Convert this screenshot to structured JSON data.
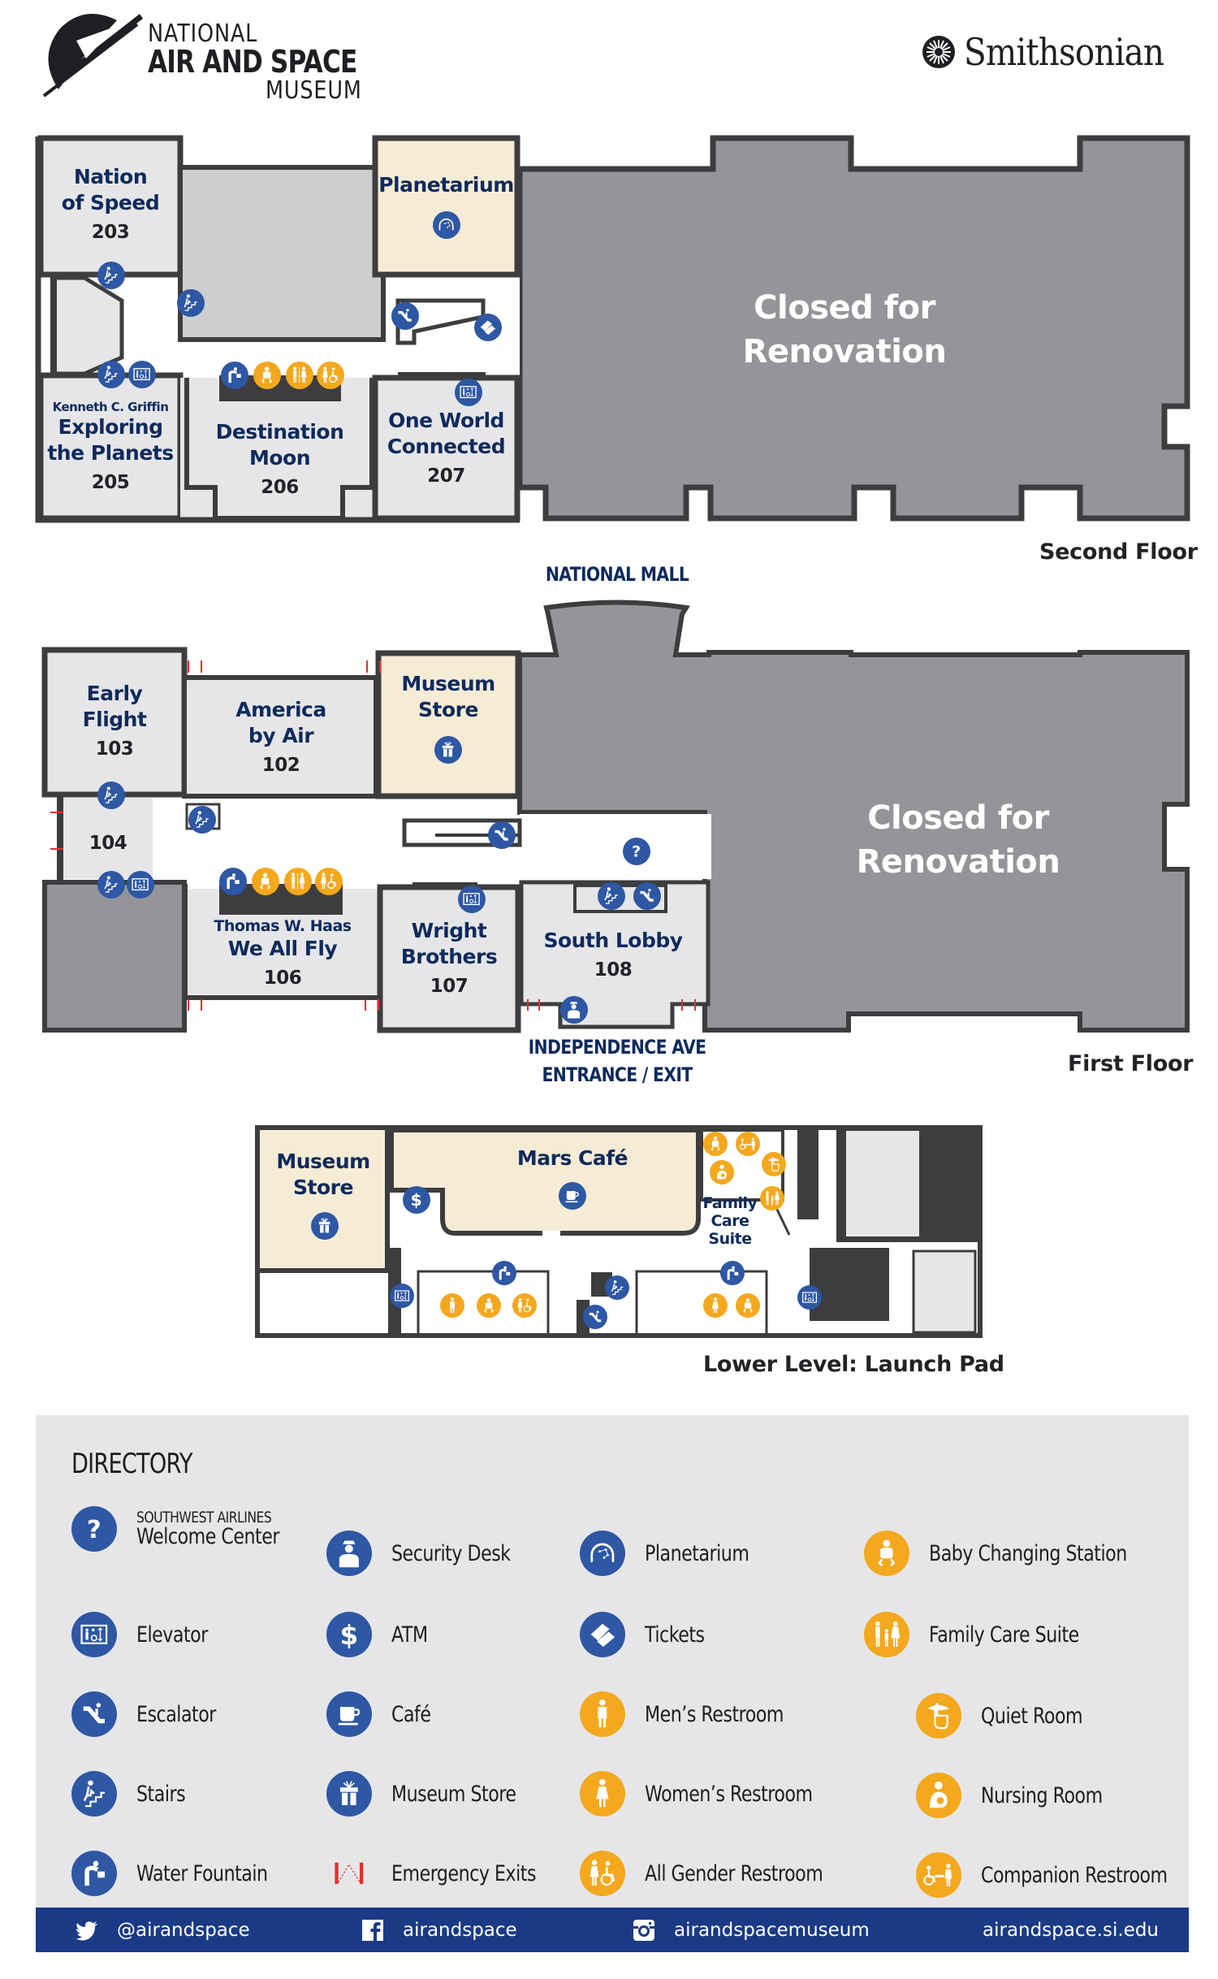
{
  "header": {
    "logo_line1": "NATIONAL",
    "logo_line2": "AIR AND SPACE",
    "logo_line3": "MUSEUM",
    "partner": "Smithsonian"
  },
  "colors": {
    "icon_blue": "#2e57a4",
    "icon_orange": "#f4a81d",
    "room_gray": "#e6e6e8",
    "closed_gray": "#939598",
    "wall": "#3d3d3f",
    "highlight_beige": "#f6ecd5",
    "label_navy": "#0f2a5c",
    "footer_blue": "#1a3a86",
    "exit_red": "#e0312c"
  },
  "second_floor": {
    "label": "Second Floor",
    "closed_text_1": "Closed for",
    "closed_text_2": "Renovation",
    "rooms": [
      {
        "name_1": "Nation",
        "name_2": "of Speed",
        "number": "203"
      },
      {
        "name_1": "Planetarium"
      },
      {
        "prefix": "Kenneth C. Griffin",
        "name_1": "Exploring",
        "name_2": "the Planets",
        "number": "205"
      },
      {
        "name_1": "Destination",
        "name_2": "Moon",
        "number": "206"
      },
      {
        "name_1": "One World",
        "name_2": "Connected",
        "number": "207"
      }
    ]
  },
  "landmarks": {
    "north": "NATIONAL MALL",
    "south_1": "INDEPENDENCE AVE",
    "south_2": "ENTRANCE / EXIT"
  },
  "first_floor": {
    "label": "First Floor",
    "closed_text_1": "Closed for",
    "closed_text_2": "Renovation",
    "rooms": [
      {
        "name_1": "Early",
        "name_2": "Flight",
        "number": "103"
      },
      {
        "name_1": "America",
        "name_2": "by Air",
        "number": "102"
      },
      {
        "name_1": "Museum",
        "name_2": "Store"
      },
      {
        "number": "104"
      },
      {
        "prefix": "Thomas W. Haas",
        "name_1": "We All Fly",
        "number": "106"
      },
      {
        "name_1": "Wright",
        "name_2": "Brothers",
        "number": "107"
      },
      {
        "name_1": "South Lobby",
        "number": "108"
      }
    ]
  },
  "lower_level": {
    "label": "Lower Level: Launch Pad",
    "rooms": [
      {
        "name_1": "Museum",
        "name_2": "Store"
      },
      {
        "name_1": "Mars Café"
      },
      {
        "name_1": "Family",
        "name_2": "Care",
        "name_3": "Suite"
      }
    ]
  },
  "directory": {
    "title": "DIRECTORY",
    "items": [
      {
        "icon": "welcome-center-icon",
        "pre": "SOUTHWEST AIRLINES",
        "label": "Welcome Center",
        "color": "blue"
      },
      {
        "icon": "security-desk-icon",
        "label": "Security Desk",
        "color": "blue"
      },
      {
        "icon": "planetarium-icon",
        "label": "Planetarium",
        "color": "blue"
      },
      {
        "icon": "baby-changing-icon",
        "label": "Baby Changing Station",
        "color": "orange"
      },
      {
        "icon": "elevator-icon",
        "label": "Elevator",
        "color": "blue"
      },
      {
        "icon": "atm-icon",
        "label": "ATM",
        "color": "blue"
      },
      {
        "icon": "tickets-icon",
        "label": "Tickets",
        "color": "blue"
      },
      {
        "icon": "family-care-icon",
        "label": "Family Care Suite",
        "color": "orange"
      },
      {
        "icon": "escalator-icon",
        "label": "Escalator",
        "color": "blue"
      },
      {
        "icon": "cafe-icon",
        "label": "Café",
        "color": "blue"
      },
      {
        "icon": "mens-restroom-icon",
        "label": "Men’s Restroom",
        "color": "orange"
      },
      {
        "icon": "quiet-room-icon",
        "label": "Quiet Room",
        "color": "orange"
      },
      {
        "icon": "stairs-icon",
        "label": "Stairs",
        "color": "blue"
      },
      {
        "icon": "museum-store-icon",
        "label": "Museum Store",
        "color": "blue"
      },
      {
        "icon": "womens-restroom-icon",
        "label": "Women’s Restroom",
        "color": "orange"
      },
      {
        "icon": "nursing-room-icon",
        "label": "Nursing Room",
        "color": "orange"
      },
      {
        "icon": "water-fountain-icon",
        "label": "Water Fountain",
        "color": "blue"
      },
      {
        "icon": "emergency-exit-icon",
        "label": "Emergency Exits",
        "color": "red"
      },
      {
        "icon": "all-gender-restroom-icon",
        "label": "All Gender Restroom",
        "color": "orange"
      },
      {
        "icon": "companion-restroom-icon",
        "label": "Companion Restroom",
        "color": "orange"
      }
    ]
  },
  "footer": {
    "twitter": "@airandspace",
    "facebook": "airandspace",
    "instagram": "airandspacemuseum",
    "website": "airandspace.si.edu"
  }
}
